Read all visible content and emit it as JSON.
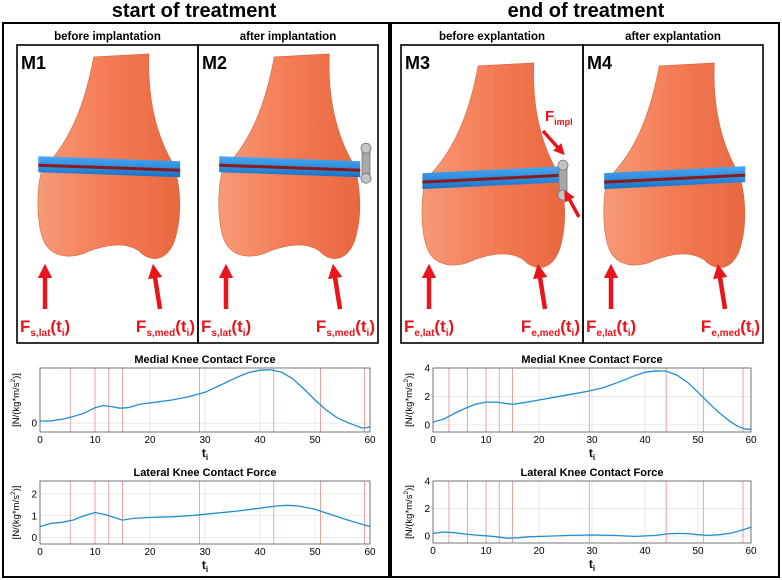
{
  "headers": {
    "left": "start of treatment",
    "right": "end of treatment"
  },
  "panels": [
    {
      "id": "M1",
      "caption": "before implantation",
      "force_lat": {
        "main": "F",
        "sub": "s,lat",
        "arg": "(t",
        "argsub": "i",
        "close": ")"
      },
      "force_med": {
        "main": "F",
        "sub": "s,med",
        "arg": "(t",
        "argsub": "i",
        "close": ")"
      }
    },
    {
      "id": "M2",
      "caption": "after implantation",
      "force_lat": {
        "main": "F",
        "sub": "s,lat",
        "arg": "(t",
        "argsub": "i",
        "close": ")"
      },
      "force_med": {
        "main": "F",
        "sub": "s,med",
        "arg": "(t",
        "argsub": "i",
        "close": ")"
      }
    },
    {
      "id": "M3",
      "caption": "before explantation",
      "implant_force": {
        "main": "F",
        "sub": "impl"
      },
      "force_lat": {
        "main": "F",
        "sub": "e,lat",
        "arg": "(t",
        "argsub": "i",
        "close": ")"
      },
      "force_med": {
        "main": "F",
        "sub": "e,med",
        "arg": "(t",
        "argsub": "i",
        "close": ")"
      }
    },
    {
      "id": "M4",
      "caption": "after explantation",
      "force_lat": {
        "main": "F",
        "sub": "e,lat",
        "arg": "(t",
        "argsub": "i",
        "close": ")"
      },
      "force_med": {
        "main": "F",
        "sub": "e,med",
        "arg": "(t",
        "argsub": "i",
        "close": ")"
      }
    }
  ],
  "colors": {
    "bone": "#f47b55",
    "bone_shadow": "#d9623f",
    "band_blue": "#2f8fe0",
    "band_red": "#8b1a1a",
    "arrow": "#e8151b",
    "curve": "#1f8fd1",
    "vline": "#f2a0a0",
    "grid": "#e4e4e4",
    "implant": "#a8a8a8"
  },
  "chart_data": [
    {
      "type": "line",
      "title": "Medial Knee Contact Force",
      "xlabel": "t",
      "xlabel_sub": "i",
      "ylabel": "[N/(kg*m/s",
      "ylabel_sup": "2",
      "ylabel_close": ")]",
      "xlim": [
        0,
        60
      ],
      "ylim": [
        -0.4,
        2.5
      ],
      "xticks": [
        0,
        10,
        20,
        30,
        40,
        50,
        60
      ],
      "yticks": [
        0
      ],
      "vlines": [
        5.5,
        10,
        12.5,
        15,
        29,
        42.5,
        51,
        59
      ],
      "x": [
        0,
        2,
        4,
        6,
        8,
        10,
        11.5,
        13,
        14.5,
        16,
        18,
        21,
        24,
        27,
        30,
        33,
        36,
        38,
        40,
        42,
        44,
        46,
        48,
        50,
        52,
        54,
        56,
        57.5,
        58.5,
        59.5,
        60
      ],
      "y": [
        0.1,
        0.1,
        0.18,
        0.3,
        0.45,
        0.7,
        0.8,
        0.75,
        0.68,
        0.7,
        0.85,
        0.95,
        1.05,
        1.2,
        1.4,
        1.75,
        2.1,
        2.3,
        2.4,
        2.42,
        2.3,
        2.0,
        1.55,
        1.05,
        0.6,
        0.25,
        0.02,
        -0.12,
        -0.22,
        -0.2,
        -0.15
      ]
    },
    {
      "type": "line",
      "title": "Lateral Knee Contact Force",
      "xlabel": "t",
      "xlabel_sub": "i",
      "ylabel": "[N/(kg*m/s",
      "ylabel_sup": "2",
      "ylabel_close": ")]",
      "xlim": [
        0,
        60
      ],
      "ylim": [
        -0.3,
        2.6
      ],
      "xticks": [
        0,
        10,
        20,
        30,
        40,
        50,
        60
      ],
      "yticks": [
        0,
        1,
        2
      ],
      "vlines": [
        5.5,
        10,
        12.5,
        15,
        29,
        42.5,
        51,
        59
      ],
      "x": [
        0,
        2,
        4,
        6,
        8,
        10,
        12,
        14,
        15,
        17,
        20,
        24,
        28,
        32,
        36,
        40,
        43,
        45,
        47,
        50,
        53,
        56,
        58,
        60
      ],
      "y": [
        0.5,
        0.65,
        0.7,
        0.8,
        1.0,
        1.15,
        1.05,
        0.88,
        0.8,
        0.88,
        0.92,
        0.95,
        1.02,
        1.12,
        1.22,
        1.35,
        1.45,
        1.48,
        1.45,
        1.3,
        1.05,
        0.8,
        0.65,
        0.5
      ]
    },
    {
      "type": "line",
      "title": "Medial Knee Contact Force",
      "xlabel": "t",
      "xlabel_sub": "i",
      "ylabel": "[N/(kg*m/s",
      "ylabel_sup": "2",
      "ylabel_close": ")]",
      "xlim": [
        0,
        60
      ],
      "ylim": [
        -0.5,
        4
      ],
      "xticks": [
        0,
        10,
        20,
        30,
        40,
        50,
        60
      ],
      "yticks": [
        0,
        2,
        4
      ],
      "vlines": [
        3,
        6.5,
        10,
        12.5,
        15,
        29.5,
        44,
        51,
        58.5
      ],
      "x": [
        0,
        2,
        4,
        6,
        8,
        10,
        12,
        14,
        15,
        17,
        20,
        23,
        26,
        29,
        32,
        35,
        38,
        40,
        42,
        44,
        46,
        48,
        50,
        52,
        54,
        56,
        57.5,
        59,
        60
      ],
      "y": [
        0.2,
        0.4,
        0.8,
        1.15,
        1.45,
        1.6,
        1.6,
        1.5,
        1.45,
        1.55,
        1.75,
        1.95,
        2.15,
        2.35,
        2.6,
        3.0,
        3.45,
        3.7,
        3.8,
        3.78,
        3.5,
        3.0,
        2.3,
        1.55,
        0.85,
        0.25,
        -0.1,
        -0.3,
        -0.3
      ]
    },
    {
      "type": "line",
      "title": "Lateral Knee Contact Force",
      "xlabel": "t",
      "xlabel_sub": "i",
      "ylabel": "[N/(kg*m/s",
      "ylabel_sup": "2",
      "ylabel_close": ")]",
      "xlim": [
        0,
        60
      ],
      "ylim": [
        -0.5,
        4
      ],
      "xticks": [
        0,
        10,
        20,
        30,
        40,
        50,
        60
      ],
      "yticks": [
        0,
        2,
        4
      ],
      "vlines": [
        3,
        6.5,
        10,
        12.5,
        15,
        29.5,
        44,
        51,
        58.5
      ],
      "x": [
        0,
        2,
        4,
        6,
        8,
        10,
        12,
        14,
        16,
        18,
        22,
        26,
        30,
        34,
        38,
        42,
        44,
        46,
        48,
        50,
        52,
        54,
        56,
        58,
        60
      ],
      "y": [
        0.2,
        0.3,
        0.25,
        0.15,
        0.08,
        0.02,
        -0.05,
        -0.15,
        -0.12,
        -0.05,
        0.0,
        0.05,
        0.08,
        0.05,
        -0.02,
        0.05,
        0.15,
        0.2,
        0.18,
        0.1,
        0.05,
        0.1,
        0.2,
        0.4,
        0.65
      ]
    }
  ]
}
